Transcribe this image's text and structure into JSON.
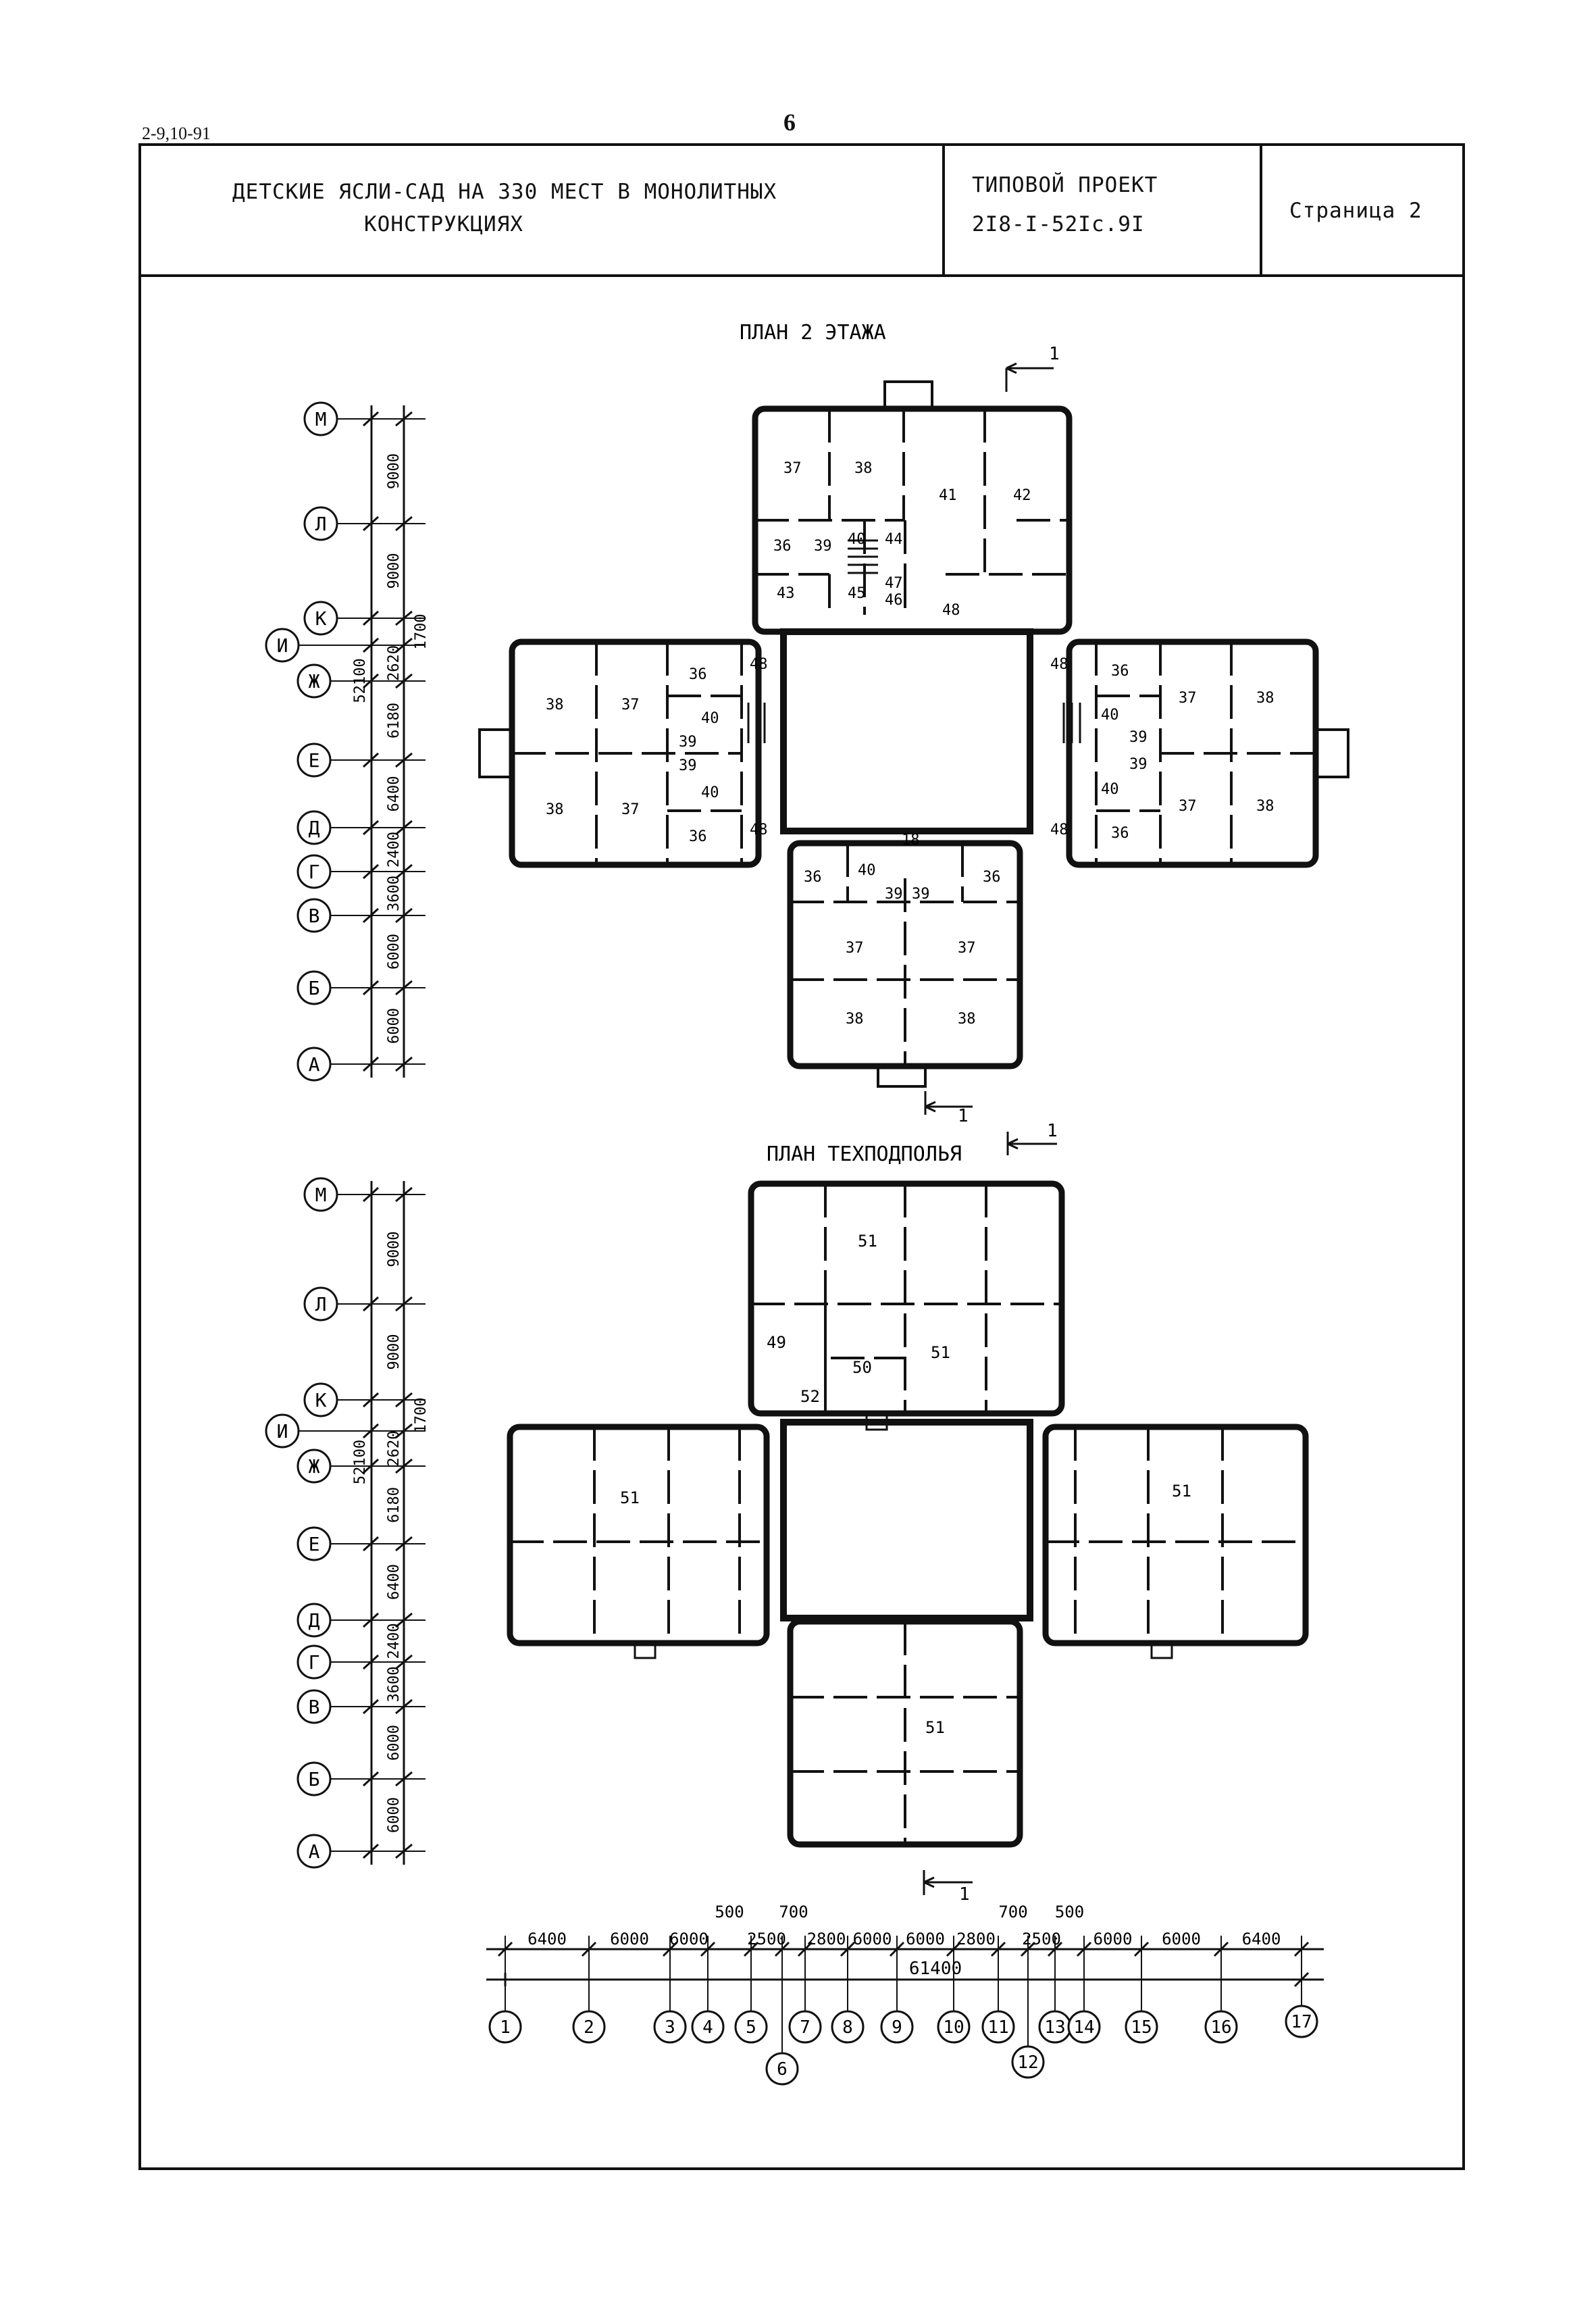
{
  "header": {
    "stamp": "2-9,10-91",
    "sheet_number": "6"
  },
  "title_block": {
    "name_line1": "ДЕТСКИЕ ЯСЛИ-САД НА 330 МЕСТ В МОНОЛИТНЫХ",
    "name_line2": "КОНСТРУКЦИЯХ",
    "project_label": "ТИПОВОЙ ПРОЕКТ",
    "project_code": "2I8-I-52Ic.9I",
    "page_label": "Страница 2"
  },
  "plans": {
    "floor2_title": "ПЛАН 2 ЭТАЖА",
    "basement_title": "ПЛАН ТЕХПОДПОЛЬЯ",
    "section_mark": "1"
  },
  "row_axes": [
    {
      "letter": "М",
      "dim": "9000"
    },
    {
      "letter": "Л",
      "dim": "9000"
    },
    {
      "letter": "К",
      "dim": "1700"
    },
    {
      "letter": "И",
      "dim": "2620"
    },
    {
      "letter": "Ж",
      "dim": "6180"
    },
    {
      "letter": "Е",
      "dim": "6400"
    },
    {
      "letter": "Д",
      "dim": "2400"
    },
    {
      "letter": "Г",
      "dim": "3600"
    },
    {
      "letter": "В",
      "dim": "6000"
    },
    {
      "letter": "Б",
      "dim": "6000"
    },
    {
      "letter": "А",
      "dim": ""
    }
  ],
  "total_height": "52100",
  "column_axes": [
    "1",
    "2",
    "3",
    "4",
    "5",
    "6",
    "7",
    "8",
    "9",
    "10",
    "11",
    "12",
    "13",
    "14",
    "15",
    "16",
    "17"
  ],
  "column_dims": [
    "6400",
    "6000",
    "6000",
    "500",
    "2500",
    "700",
    "2800",
    "6000",
    "6000",
    "2800",
    "700",
    "2500",
    "500",
    "6000",
    "6000",
    "6400"
  ],
  "total_width": "61400",
  "floor2_rooms": [
    "37",
    "38",
    "41",
    "42",
    "36",
    "39",
    "40",
    "44",
    "43",
    "45",
    "47",
    "46",
    "48",
    "38",
    "37",
    "36",
    "40",
    "39",
    "39",
    "40",
    "48",
    "38",
    "37",
    "36",
    "48",
    "48",
    "36",
    "37",
    "38",
    "37",
    "38",
    "39",
    "39",
    "40",
    "36",
    "48",
    "40",
    "40",
    "36",
    "36",
    "37",
    "37",
    "38",
    "38",
    "18",
    "39",
    "39"
  ],
  "basement_rooms": [
    "51",
    "49",
    "50",
    "51",
    "52",
    "51",
    "51",
    "51"
  ]
}
